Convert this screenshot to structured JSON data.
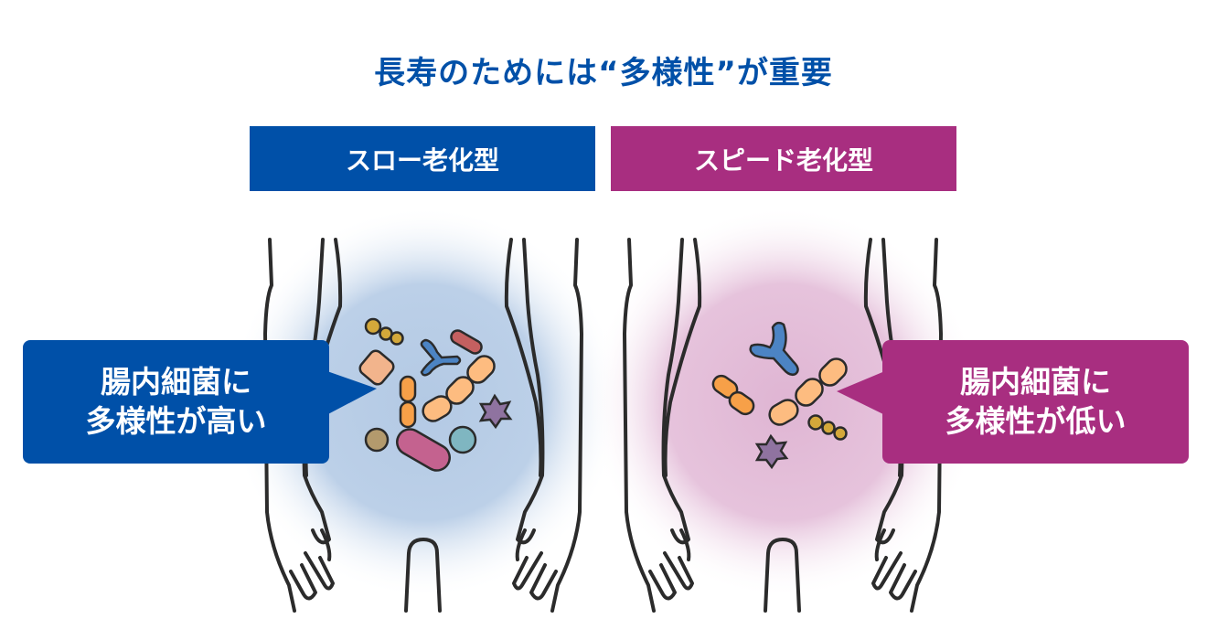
{
  "title": "長寿のためには“多様性”が重要",
  "slow": {
    "label": "スロー老化型",
    "callout_line1": "腸内細菌に",
    "callout_line2": "多様性が高い",
    "color": "#0050A8"
  },
  "speed": {
    "label": "スピード老化型",
    "callout_line1": "腸内細菌に",
    "callout_line2": "多様性が低い",
    "color": "#A82E80"
  }
}
